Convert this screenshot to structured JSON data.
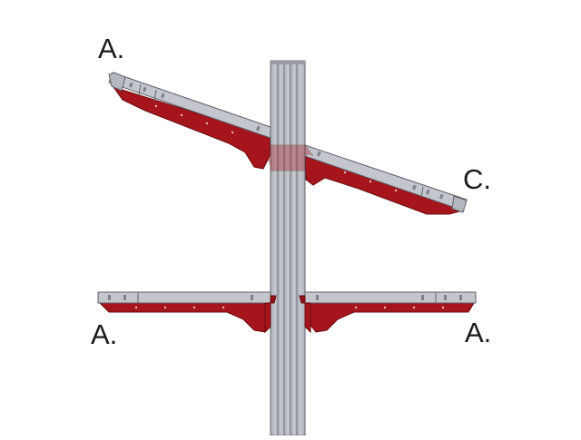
{
  "labels": {
    "top_left": "A.",
    "top_right": "C.",
    "bottom_left": "A.",
    "bottom_right": "A."
  },
  "colors": {
    "background": "#ffffff",
    "arm_top": "#b9bcc4",
    "arm_top_edge": "#6f7278",
    "bracket": "#a5151b",
    "bracket_edge": "#6b0d10",
    "post": "#b3b6bd",
    "post_groove": "#7e8188",
    "label": "#1a1a1a"
  }
}
